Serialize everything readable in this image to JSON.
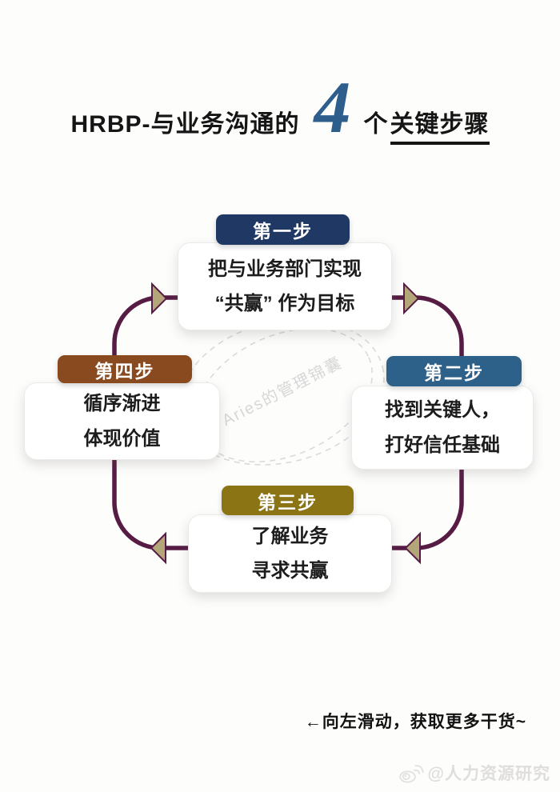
{
  "title": {
    "prefix": "HRBP-与业务沟通的",
    "number": "4",
    "number_color": "#2d5e8c",
    "connector": "个",
    "underlined": "关键步骤"
  },
  "steps": [
    {
      "label": "第一步",
      "color": "#1f3864",
      "lines": [
        "把与业务部门实现",
        "“共赢” 作为目标"
      ]
    },
    {
      "label": "第二步",
      "color": "#2e618a",
      "lines": [
        "找到关键人，",
        "打好信任基础"
      ]
    },
    {
      "label": "第三步",
      "color": "#8a7414",
      "lines": [
        "了解业务",
        "寻求共赢"
      ]
    },
    {
      "label": "第四步",
      "color": "#8a4a1f",
      "lines": [
        "循序渐进",
        "体现价值"
      ]
    }
  ],
  "cycle": {
    "direction": "clockwise",
    "line_color": "#571c44",
    "arrow_fill": "#b3a77a"
  },
  "center_watermark": {
    "text": "Aries的管理锦囊",
    "color": "#d7d7d7"
  },
  "footer": {
    "swipe_hint": "←向左滑动，获取更多干货~"
  },
  "credit": {
    "icon": "weibo-icon",
    "handle": "@人力资源研究",
    "color": "#e0dddd"
  }
}
